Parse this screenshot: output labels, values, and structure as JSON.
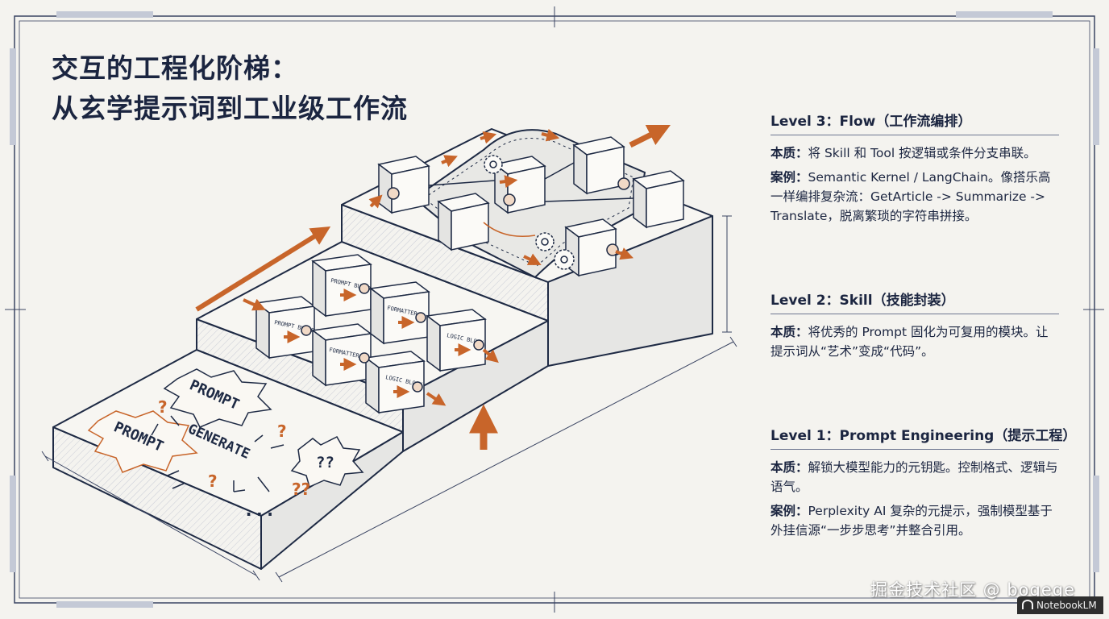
{
  "title": {
    "line1": "交互的工程化阶梯：",
    "line2": "从玄学提示词到工业级工作流"
  },
  "levels": [
    {
      "id": "level3",
      "heading": "Level 3：Flow（工作流编排）",
      "body": [
        {
          "key": "本质：",
          "text": "将 Skill 和 Tool 按逻辑或条件分支串联。"
        },
        {
          "key": "案例：",
          "text": "Semantic Kernel / LangChain。像搭乐高一样编排复杂流：GetArticle -> Summarize -> Translate，脱离繁琐的字符串拼接。"
        }
      ]
    },
    {
      "id": "level2",
      "heading": "Level 2：Skill（技能封装）",
      "body": [
        {
          "key": "本质：",
          "text": "将优秀的 Prompt 固化为可复用的模块。让提示词从“艺术”变成“代码”。"
        }
      ]
    },
    {
      "id": "level1",
      "heading": "Level 1：Prompt Engineering（提示工程）",
      "body": [
        {
          "key": "本质：",
          "text": "解锁大模型能力的元钥匙。控制格式、逻辑与语气。"
        },
        {
          "key": "案例：",
          "text": "Perplexity AI 复杂的元提示，强制模型基于外挂信源“一步步思考”并整合引用。"
        }
      ]
    }
  ],
  "illustration": {
    "bottom_step_words": [
      "PROMPT",
      "PROMPT",
      "GENERATE",
      "??",
      "...",
      "?",
      "?",
      "?",
      "??"
    ],
    "middle_step_blocks": [
      "PROMPT BUILD",
      "PROMPT BUILD",
      "FORMATTER",
      "FORMATTER",
      "LOGIC BLOCK",
      "LOGIC BLOCK"
    ]
  },
  "colors": {
    "ink": "#1e2a44",
    "accent": "#c8652a",
    "paper": "#f4f3ef"
  },
  "watermark": "掘金技术社区 @ bogege",
  "badge": "NotebookLM"
}
